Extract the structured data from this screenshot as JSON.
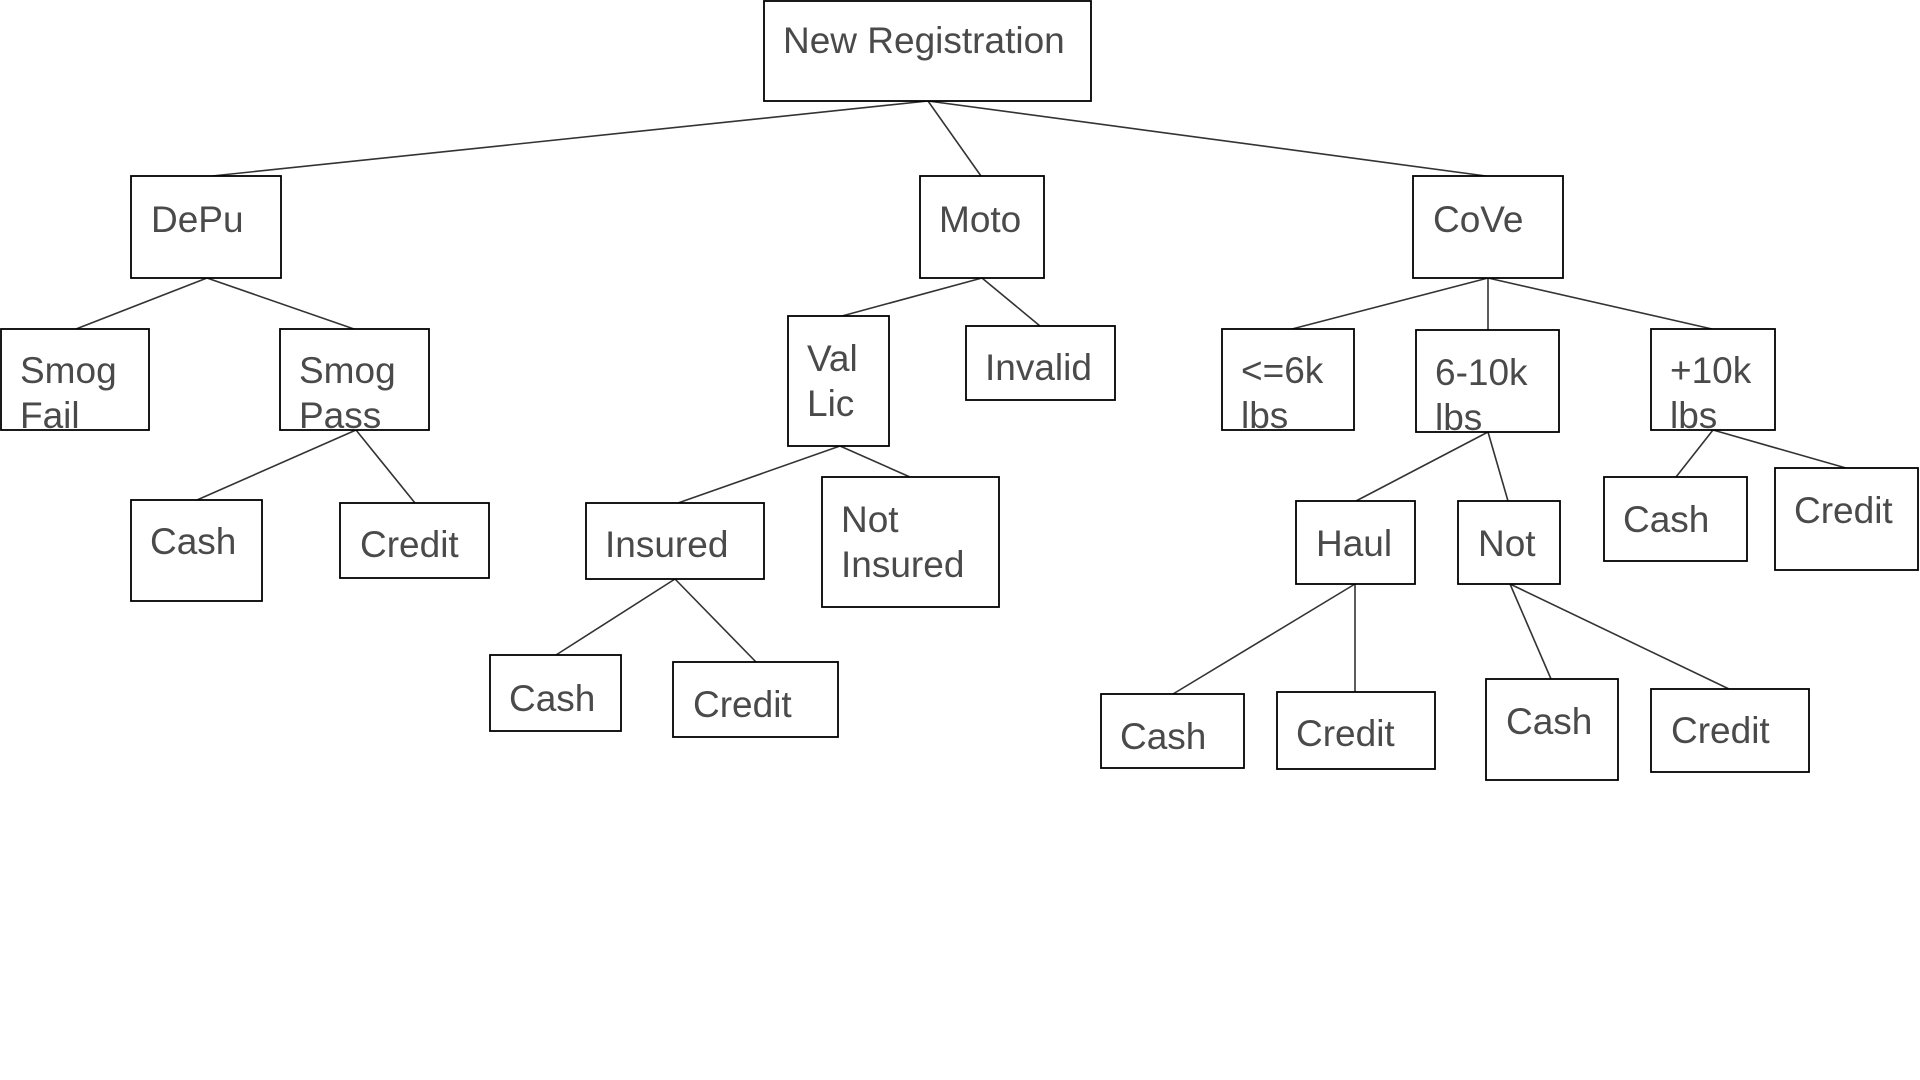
{
  "title": "New Registration",
  "categories": {
    "depu": "DePu",
    "moto": "Moto",
    "cove": "CoVe"
  },
  "depu": {
    "smog_fail": [
      "Smog",
      "Fail"
    ],
    "smog_pass": [
      "Smog",
      "Pass"
    ],
    "payment": {
      "cash": "Cash",
      "credit": "Credit"
    }
  },
  "moto": {
    "val_lic": [
      "Val",
      "Lic"
    ],
    "invalid": "Invalid",
    "insured": "Insured",
    "not_insured": [
      "Not",
      "Insured"
    ],
    "payment": {
      "cash": "Cash",
      "credit": "Credit"
    }
  },
  "cove": {
    "le_6k": [
      "<=6k",
      "lbs"
    ],
    "w_6_10k": [
      "6-10k",
      "lbs"
    ],
    "over_10k": [
      "+10k",
      "lbs"
    ],
    "haul": "Haul",
    "not": "Not",
    "haul_payment": {
      "cash": "Cash",
      "credit": "Credit"
    },
    "not_payment": {
      "cash": "Cash",
      "credit": "Credit"
    },
    "over_10k_payment": {
      "cash": "Cash",
      "credit": "Credit"
    }
  }
}
